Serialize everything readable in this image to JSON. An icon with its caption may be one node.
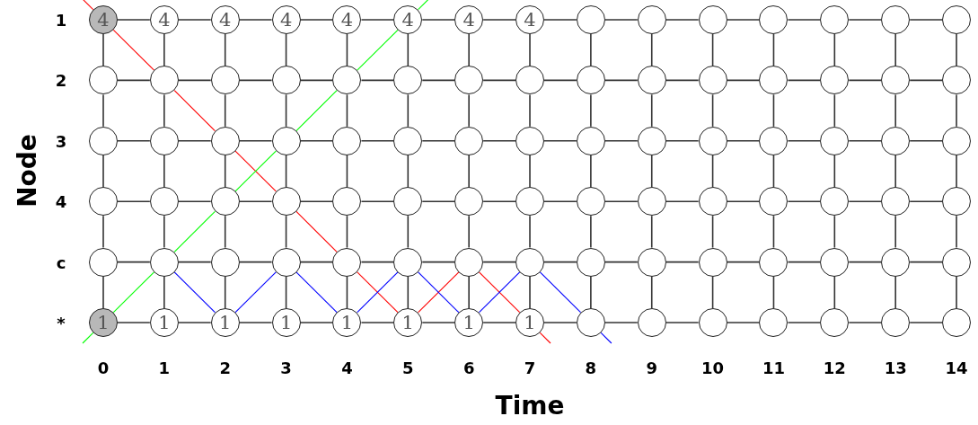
{
  "diagram": {
    "nodes": [
      {
        "text": [
          "4"
        ]
      },
      {
        "text": [
          "4"
        ]
      },
      {
        "text": [
          "4"
        ]
      },
      {
        "text": [
          "4"
        ]
      },
      {
        "text": [
          "4"
        ]
      },
      {
        "text": [
          "4"
        ]
      },
      {
        "text": [
          "4"
        ]
      },
      {
        "text": [
          "4"
        ]
      },
      {
        "text": [],
        "shape": "circle"
      },
      {
        "text": [],
        "shape": "circle"
      },
      {
        "text": [],
        "shape": "circle"
      },
      {
        "text": [],
        "shape": "circle"
      },
      {
        "text": [],
        "shape": "circle"
      },
      {
        "text": [],
        "shape": "circle"
      },
      {
        "text": [],
        "shape": "circle"
      },
      {
        "text": [],
        "shape": "circle"
      },
      {
        "text": [],
        "shape": "circle"
      },
      {
        "text": [],
        "shape": "circle"
      },
      {
        "text": [],
        "shape": "circle"
      },
      {
        "text": [],
        "shape": "circle"
      },
      {
        "text": [],
        "shape": "circle"
      },
      {
        "text": [],
        "shape": "circle"
      },
      {
        "text": [],
        "shape": "circle"
      },
      {
        "text": [],
        "shape": "circle"
      },
      {
        "text": [],
        "shape": "circle"
      },
      {
        "text": [],
        "shape": "circle"
      },
      {
        "text": [],
        "shape": "circle"
      },
      {
        "text": [],
        "shape": "circle"
      },
      {
        "text": [],
        "shape": "circle"
      },
      {
        "text": [],
        "shape": "circle"
      },
      {
        "text": [],
        "shape": "circle"
      },
      {
        "text": [],
        "shape": "circle"
      },
      {
        "text": [],
        "shape": "circle"
      },
      {
        "text": [],
        "shape": "circle"
      },
      {
        "text": [],
        "shape": "circle"
      },
      {
        "text": [],
        "shape": "circle"
      },
      {
        "text": [],
        "shape": "circle"
      },
      {
        "text": [],
        "shape": "circle"
      },
      {
        "text": [],
        "shape": "circle"
      },
      {
        "text": [],
        "shape": "circle"
      },
      {
        "text": [],
        "shape": "circle"
      },
      {
        "text": [],
        "shape": "circle"
      },
      {
        "text": [],
        "shape": "circle"
      },
      {
        "text": [],
        "shape": "circle"
      },
      {
        "text": [],
        "shape": "circle"
      },
      {
        "text": [],
        "shape": "circle"
      },
      {
        "text": [],
        "shape": "circle"
      },
      {
        "text": [],
        "shape": "circle"
      },
      {
        "text": [],
        "shape": "circle"
      },
      {
        "text": [],
        "shape": "circle"
      },
      {
        "text": [],
        "shape": "circle"
      },
      {
        "text": [],
        "shape": "circle"
      },
      {
        "text": [],
        "shape": "circle"
      },
      {
        "text": [],
        "shape": "circle"
      },
      {
        "text": [],
        "shape": "circle"
      },
      {
        "text": [],
        "shape": "circle"
      },
      {
        "text": [],
        "shape": "circle"
      },
      {
        "text": [],
        "shape": "circle"
      },
      {
        "text": [],
        "shape": "circle"
      },
      {
        "text": [],
        "shape": "circle"
      },
      {
        "text": [],
        "shape": "circle"
      },
      {
        "text": [],
        "shape": "circle"
      },
      {
        "text": [],
        "shape": "circle"
      },
      {
        "text": [],
        "shape": "circle"
      },
      {
        "text": [],
        "shape": "circle"
      },
      {
        "text": [],
        "shape": "circle"
      },
      {
        "text": [],
        "shape": "circle"
      },
      {
        "text": [],
        "shape": "circle"
      },
      {
        "text": [],
        "shape": "circle"
      },
      {
        "text": [],
        "shape": "circle"
      },
      {
        "text": [],
        "shape": "circle"
      },
      {
        "text": [],
        "shape": "circle"
      },
      {
        "text": [],
        "shape": "circle"
      },
      {
        "text": [],
        "shape": "circle"
      },
      {
        "text": [],
        "shape": "circle"
      },
      {
        "text": [
          "1"
        ]
      },
      {
        "text": [
          "1"
        ]
      },
      {
        "text": [
          "1"
        ]
      },
      {
        "text": [
          "1"
        ]
      },
      {
        "text": [
          "1"
        ]
      },
      {
        "text": [
          "1"
        ]
      },
      {
        "text": [
          "1"
        ]
      },
      {
        "text": [
          "1"
        ]
      },
      {
        "text": [],
        "shape": "circle"
      },
      {
        "text": [],
        "shape": "circle"
      },
      {
        "text": [],
        "shape": "circle"
      },
      {
        "text": [],
        "shape": "circle"
      },
      {
        "text": [],
        "shape": "circle"
      },
      {
        "text": [],
        "shape": "circle"
      },
      {
        "text": [],
        "shape": "circle"
      }
    ],
    "edges": [
      {
        "from": 0,
        "to": 1,
        "arrow": "none"
      },
      {
        "from": 1,
        "to": 2,
        "arrow": "none"
      },
      {
        "from": 2,
        "to": 3,
        "arrow": "none"
      },
      {
        "from": 3,
        "to": 4,
        "arrow": "none"
      },
      {
        "from": 4,
        "to": 5,
        "arrow": "none"
      },
      {
        "from": 5,
        "to": 6,
        "arrow": "none"
      },
      {
        "from": 6,
        "to": 7,
        "arrow": "none"
      },
      {
        "from": 7,
        "to": 8,
        "arrow": "none"
      },
      {
        "from": 8,
        "to": 9,
        "arrow": "none"
      },
      {
        "from": 9,
        "to": 10,
        "arrow": "none"
      },
      {
        "from": 10,
        "to": 11,
        "arrow": "none"
      },
      {
        "from": 11,
        "to": 12,
        "arrow": "none"
      },
      {
        "from": 12,
        "to": 13,
        "arrow": "none"
      },
      {
        "from": 13,
        "to": 14,
        "arrow": "none"
      },
      {
        "from": 15,
        "to": 16,
        "arrow": "none"
      },
      {
        "from": 16,
        "to": 17,
        "arrow": "none"
      },
      {
        "from": 17,
        "to": 18,
        "arrow": "none"
      },
      {
        "from": 18,
        "to": 19,
        "arrow": "none"
      },
      {
        "from": 19,
        "to": 20,
        "arrow": "none"
      },
      {
        "from": 20,
        "to": 21,
        "arrow": "none"
      },
      {
        "from": 21,
        "to": 22,
        "arrow": "none"
      },
      {
        "from": 22,
        "to": 23,
        "arrow": "none"
      },
      {
        "from": 23,
        "to": 24,
        "arrow": "none"
      },
      {
        "from": 24,
        "to": 25,
        "arrow": "none"
      },
      {
        "from": 25,
        "to": 26,
        "arrow": "none"
      },
      {
        "from": 26,
        "to": 27,
        "arrow": "none"
      },
      {
        "from": 27,
        "to": 28,
        "arrow": "none"
      },
      {
        "from": 28,
        "to": 29,
        "arrow": "none"
      },
      {
        "from": 30,
        "to": 31,
        "arrow": "none"
      },
      {
        "from": 31,
        "to": 32,
        "arrow": "none"
      },
      {
        "from": 32,
        "to": 33,
        "arrow": "none"
      },
      {
        "from": 33,
        "to": 34,
        "arrow": "none"
      },
      {
        "from": 34,
        "to": 35,
        "arrow": "none"
      },
      {
        "from": 35,
        "to": 36,
        "arrow": "none"
      },
      {
        "from": 36,
        "to": 37,
        "arrow": "none"
      },
      {
        "from": 37,
        "to": 38,
        "arrow": "none"
      },
      {
        "from": 38,
        "to": 39,
        "arrow": "none"
      },
      {
        "from": 39,
        "to": 40,
        "arrow": "none"
      },
      {
        "from": 40,
        "to": 41,
        "arrow": "none"
      },
      {
        "from": 41,
        "to": 42,
        "arrow": "none"
      },
      {
        "from": 42,
        "to": 43,
        "arrow": "none"
      },
      {
        "from": 43,
        "to": 44,
        "arrow": "none"
      },
      {
        "from": 45,
        "to": 46,
        "arrow": "none"
      },
      {
        "from": 46,
        "to": 47,
        "arrow": "none"
      },
      {
        "from": 47,
        "to": 48,
        "arrow": "none"
      },
      {
        "from": 48,
        "to": 49,
        "arrow": "none"
      },
      {
        "from": 49,
        "to": 50,
        "arrow": "none"
      },
      {
        "from": 50,
        "to": 51,
        "arrow": "none"
      },
      {
        "from": 51,
        "to": 52,
        "arrow": "none"
      },
      {
        "from": 52,
        "to": 53,
        "arrow": "none"
      },
      {
        "from": 53,
        "to": 54,
        "arrow": "none"
      },
      {
        "from": 54,
        "to": 55,
        "arrow": "none"
      },
      {
        "from": 55,
        "to": 56,
        "arrow": "none"
      },
      {
        "from": 56,
        "to": 57,
        "arrow": "none"
      },
      {
        "from": 57,
        "to": 58,
        "arrow": "none"
      },
      {
        "from": 58,
        "to": 59,
        "arrow": "none"
      },
      {
        "from": 60,
        "to": 61,
        "arrow": "none"
      },
      {
        "from": 61,
        "to": 62,
        "arrow": "none"
      },
      {
        "from": 62,
        "to": 63,
        "arrow": "none"
      },
      {
        "from": 63,
        "to": 64,
        "arrow": "none"
      },
      {
        "from": 64,
        "to": 65,
        "arrow": "none"
      },
      {
        "from": 65,
        "to": 66,
        "arrow": "none"
      },
      {
        "from": 66,
        "to": 67,
        "arrow": "none"
      },
      {
        "from": 67,
        "to": 68,
        "arrow": "none"
      },
      {
        "from": 68,
        "to": 69,
        "arrow": "none"
      },
      {
        "from": 69,
        "to": 70,
        "arrow": "none"
      },
      {
        "from": 70,
        "to": 71,
        "arrow": "none"
      },
      {
        "from": 71,
        "to": 72,
        "arrow": "none"
      },
      {
        "from": 72,
        "to": 73,
        "arrow": "none"
      },
      {
        "from": 73,
        "to": 74,
        "arrow": "none"
      },
      {
        "from": 75,
        "to": 76,
        "arrow": "none"
      },
      {
        "from": 76,
        "to": 77,
        "arrow": "none"
      },
      {
        "from": 77,
        "to": 78,
        "arrow": "none"
      },
      {
        "from": 78,
        "to": 79,
        "arrow": "none"
      },
      {
        "from": 79,
        "to": 80,
        "arrow": "none"
      },
      {
        "from": 80,
        "to": 81,
        "arrow": "none"
      },
      {
        "from": 81,
        "to": 82,
        "arrow": "none"
      },
      {
        "from": 82,
        "to": 83,
        "arrow": "none"
      },
      {
        "from": 83,
        "to": 84,
        "arrow": "none"
      },
      {
        "from": 84,
        "to": 85,
        "arrow": "none"
      },
      {
        "from": 85,
        "to": 86,
        "arrow": "none"
      },
      {
        "from": 86,
        "to": 87,
        "arrow": "none"
      },
      {
        "from": 87,
        "to": 88,
        "arrow": "none"
      },
      {
        "from": 88,
        "to": 89,
        "arrow": "none"
      },
      {
        "from": 0,
        "to": 15,
        "arrow": "none"
      },
      {
        "from": 1,
        "to": 16,
        "arrow": "none"
      },
      {
        "from": 2,
        "to": 17,
        "arrow": "none"
      },
      {
        "from": 3,
        "to": 18,
        "arrow": "none"
      },
      {
        "from": 4,
        "to": 19,
        "arrow": "none"
      },
      {
        "from": 5,
        "to": 20,
        "arrow": "none"
      },
      {
        "from": 6,
        "to": 21,
        "arrow": "none"
      },
      {
        "from": 7,
        "to": 22,
        "arrow": "none"
      },
      {
        "from": 8,
        "to": 23,
        "arrow": "none"
      },
      {
        "from": 9,
        "to": 24,
        "arrow": "none"
      },
      {
        "from": 10,
        "to": 25,
        "arrow": "none"
      },
      {
        "from": 11,
        "to": 26,
        "arrow": "none"
      },
      {
        "from": 12,
        "to": 27,
        "arrow": "none"
      },
      {
        "from": 13,
        "to": 28,
        "arrow": "none"
      },
      {
        "from": 14,
        "to": 29,
        "arrow": "none"
      },
      {
        "from": 15,
        "to": 30,
        "arrow": "none"
      },
      {
        "from": 16,
        "to": 31,
        "arrow": "none"
      },
      {
        "from": 17,
        "to": 32,
        "arrow": "none"
      },
      {
        "from": 18,
        "to": 33,
        "arrow": "none"
      },
      {
        "from": 19,
        "to": 34,
        "arrow": "none"
      },
      {
        "from": 20,
        "to": 35,
        "arrow": "none"
      },
      {
        "from": 21,
        "to": 36,
        "arrow": "none"
      },
      {
        "from": 22,
        "to": 37,
        "arrow": "none"
      },
      {
        "from": 23,
        "to": 38,
        "arrow": "none"
      },
      {
        "from": 24,
        "to": 39,
        "arrow": "none"
      },
      {
        "from": 25,
        "to": 40,
        "arrow": "none"
      },
      {
        "from": 26,
        "to": 41,
        "arrow": "none"
      },
      {
        "from": 27,
        "to": 42,
        "arrow": "none"
      },
      {
        "from": 28,
        "to": 43,
        "arrow": "none"
      },
      {
        "from": 29,
        "to": 44,
        "arrow": "none"
      },
      {
        "from": 30,
        "to": 45,
        "arrow": "none"
      },
      {
        "from": 31,
        "to": 46,
        "arrow": "none"
      },
      {
        "from": 32,
        "to": 47,
        "arrow": "none"
      },
      {
        "from": 33,
        "to": 48,
        "arrow": "none"
      },
      {
        "from": 34,
        "to": 49,
        "arrow": "none"
      },
      {
        "from": 35,
        "to": 50,
        "arrow": "none"
      },
      {
        "from": 36,
        "to": 51,
        "arrow": "none"
      },
      {
        "from": 37,
        "to": 52,
        "arrow": "none"
      },
      {
        "from": 38,
        "to": 53,
        "arrow": "none"
      },
      {
        "from": 39,
        "to": 54,
        "arrow": "none"
      },
      {
        "from": 40,
        "to": 55,
        "arrow": "none"
      },
      {
        "from": 41,
        "to": 56,
        "arrow": "none"
      },
      {
        "from": 42,
        "to": 57,
        "arrow": "none"
      },
      {
        "from": 43,
        "to": 58,
        "arrow": "none"
      },
      {
        "from": 44,
        "to": 59,
        "arrow": "none"
      },
      {
        "from": 45,
        "to": 60,
        "arrow": "none"
      },
      {
        "from": 46,
        "to": 61,
        "arrow": "none"
      },
      {
        "from": 47,
        "to": 62,
        "arrow": "none"
      },
      {
        "from": 48,
        "to": 63,
        "arrow": "none"
      },
      {
        "from": 49,
        "to": 64,
        "arrow": "none"
      },
      {
        "from": 50,
        "to": 65,
        "arrow": "none"
      },
      {
        "from": 51,
        "to": 66,
        "arrow": "none"
      },
      {
        "from": 52,
        "to": 67,
        "arrow": "none"
      },
      {
        "from": 53,
        "to": 68,
        "arrow": "none"
      },
      {
        "from": 54,
        "to": 69,
        "arrow": "none"
      },
      {
        "from": 55,
        "to": 70,
        "arrow": "none"
      },
      {
        "from": 56,
        "to": 71,
        "arrow": "none"
      },
      {
        "from": 57,
        "to": 72,
        "arrow": "none"
      },
      {
        "from": 58,
        "to": 73,
        "arrow": "none"
      },
      {
        "from": 59,
        "to": 74,
        "arrow": "none"
      },
      {
        "from": 60,
        "to": 75,
        "arrow": "none"
      },
      {
        "from": 61,
        "to": 76,
        "arrow": "none"
      },
      {
        "from": 62,
        "to": 77,
        "arrow": "none"
      },
      {
        "from": 63,
        "to": 78,
        "arrow": "none"
      },
      {
        "from": 64,
        "to": 79,
        "arrow": "none"
      },
      {
        "from": 65,
        "to": 80,
        "arrow": "none"
      },
      {
        "from": 66,
        "to": 81,
        "arrow": "none"
      },
      {
        "from": 67,
        "to": 82,
        "arrow": "none"
      },
      {
        "from": 68,
        "to": 83,
        "arrow": "none"
      },
      {
        "from": 69,
        "to": 84,
        "arrow": "none"
      },
      {
        "from": 70,
        "to": 85,
        "arrow": "none"
      },
      {
        "from": 71,
        "to": 86,
        "arrow": "none"
      },
      {
        "from": 72,
        "to": 87,
        "arrow": "none"
      },
      {
        "from": 73,
        "to": 88,
        "arrow": "none"
      },
      {
        "from": 74,
        "to": 89,
        "arrow": "none"
      },
      {
        "from": null,
        "to": 0,
        "arrow": "none",
        "color": "#ff0000"
      },
      {
        "from": 0,
        "to": 16,
        "arrow": "none",
        "color": "#ff0000"
      },
      {
        "from": 16,
        "to": 32,
        "arrow": "none",
        "color": "#ff0000"
      },
      {
        "from": 32,
        "to": 48,
        "arrow": "none",
        "color": "#ff0000"
      },
      {
        "from": 48,
        "to": 64,
        "arrow": "none",
        "color": "#ff0000"
      },
      {
        "from": 64,
        "to": 80,
        "arrow": "none",
        "color": "#ff0000"
      },
      {
        "from": 80,
        "to": 66,
        "arrow": "none",
        "color": "#ff0000"
      },
      {
        "from": 66,
        "to": 82,
        "arrow": "none",
        "color": "#ff0000"
      },
      {
        "from": 82,
        "to": null,
        "arrow": "none",
        "color": "#ff0000"
      },
      {
        "from": null,
        "to": 75,
        "arrow": "none",
        "color": "#00ff00"
      },
      {
        "from": 75,
        "to": 61,
        "arrow": "none",
        "color": "#00ff00"
      },
      {
        "from": 61,
        "to": 47,
        "arrow": "none",
        "color": "#00ff00"
      },
      {
        "from": 47,
        "to": 33,
        "arrow": "none",
        "color": "#00ff00"
      },
      {
        "from": 33,
        "to": 19,
        "arrow": "none",
        "color": "#00ff00"
      },
      {
        "from": 19,
        "to": 5,
        "arrow": "none",
        "color": "#00ff00"
      },
      {
        "from": 5,
        "to": null,
        "arrow": "none",
        "color": "#00ff00"
      },
      {
        "from": 61,
        "to": 77,
        "arrow": "none",
        "color": "#0000ff"
      },
      {
        "from": 77,
        "to": 63,
        "arrow": "none",
        "color": "#0000ff"
      },
      {
        "from": 63,
        "to": 79,
        "arrow": "none",
        "color": "#0000ff"
      },
      {
        "from": 79,
        "to": 65,
        "arrow": "none",
        "color": "#0000ff"
      },
      {
        "from": 65,
        "to": 81,
        "arrow": "none",
        "color": "#0000ff"
      },
      {
        "from": 81,
        "to": 67,
        "arrow": "none",
        "color": "#0000ff"
      },
      {
        "from": 67,
        "to": 83,
        "arrow": "none",
        "color": "#0000ff"
      },
      {
        "from": 83,
        "to": null,
        "arrow": "none",
        "color": "#0000ff"
      }
    ],
    "labels": [
      "1",
      "2",
      "3",
      "4",
      "c",
      "*",
      "Node",
      "0",
      "1",
      "2",
      "3",
      "4",
      "5",
      "6",
      "7",
      "8",
      "9",
      "10",
      "11",
      "12",
      "13",
      "14",
      "Time"
    ]
  }
}
